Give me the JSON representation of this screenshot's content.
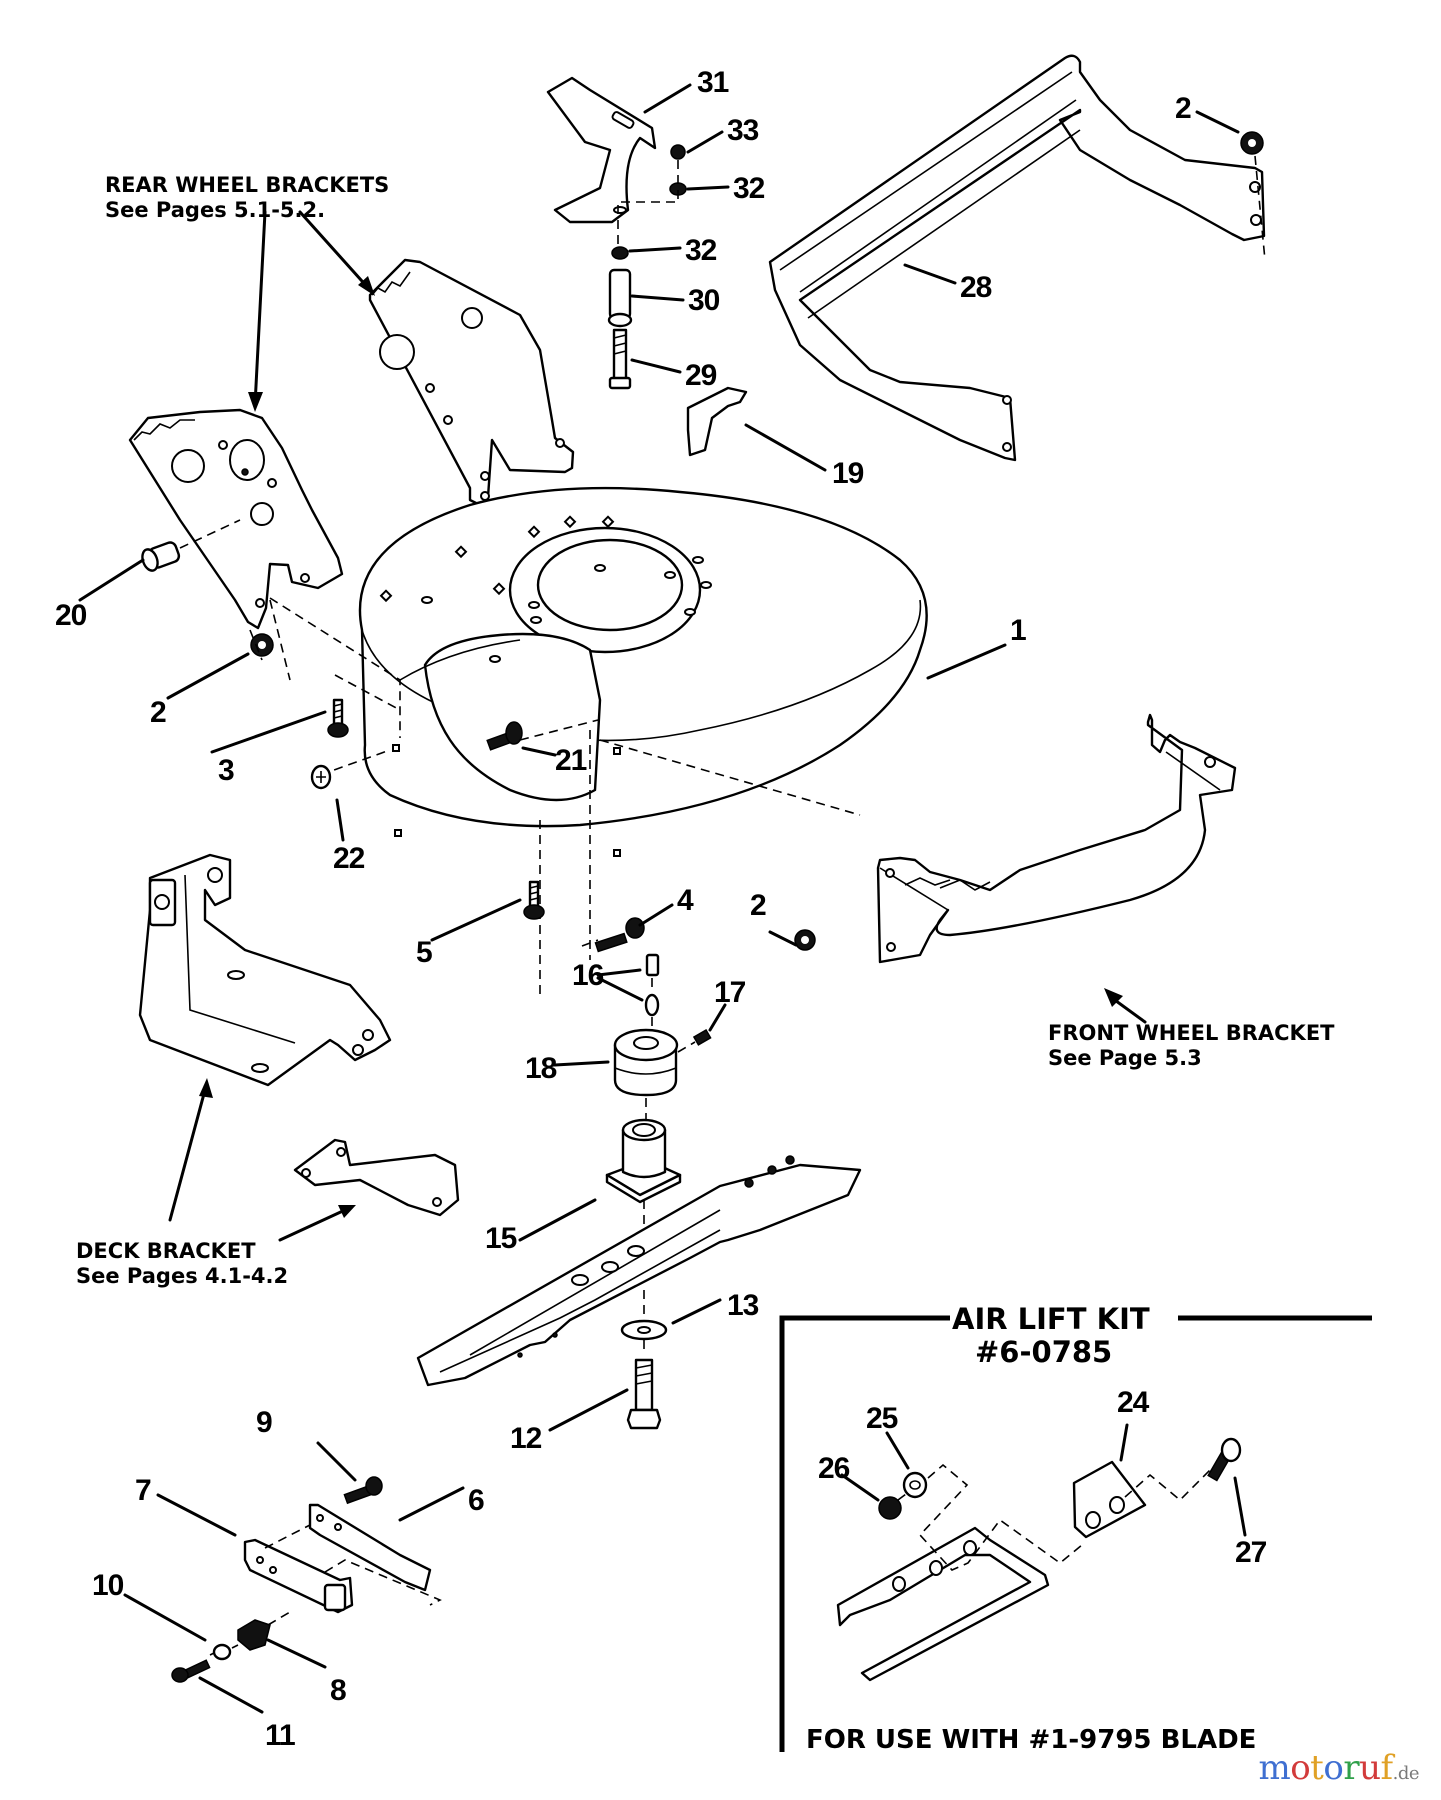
{
  "document": {
    "type": "exploded parts diagram",
    "subject": "Mower deck housing assembly"
  },
  "labels": {
    "rear_wheel_brackets": {
      "title": "REAR WHEEL BRACKETS",
      "ref": "See Pages 5.1-5.2."
    },
    "front_wheel_bracket": {
      "title": "FRONT WHEEL BRACKET",
      "ref": "See Page 5.3"
    },
    "deck_bracket": {
      "title": "DECK BRACKET",
      "ref": "See Pages 4.1-4.2"
    }
  },
  "air_lift_kit": {
    "title": "AIR LIFT KIT",
    "part_number": "#6-0785",
    "note": "FOR USE WITH #1-9795 BLADE"
  },
  "callouts": {
    "c1": "1",
    "c2a": "2",
    "c2b": "2",
    "c2c": "2",
    "c3": "3",
    "c4": "4",
    "c5": "5",
    "c6": "6",
    "c7": "7",
    "c8": "8",
    "c9": "9",
    "c10": "10",
    "c11": "11",
    "c12": "12",
    "c13": "13",
    "c15": "15",
    "c16": "16",
    "c17": "17",
    "c18": "18",
    "c19": "19",
    "c20": "20",
    "c21": "21",
    "c22": "22",
    "c24": "24",
    "c25": "25",
    "c26": "26",
    "c27": "27",
    "c28": "28",
    "c29": "29",
    "c30": "30",
    "c31": "31",
    "c32a": "32",
    "c32b": "32",
    "c33": "33"
  },
  "watermark": {
    "letters": [
      {
        "ch": "m",
        "color": "#3f6fd1"
      },
      {
        "ch": "o",
        "color": "#d23b3b"
      },
      {
        "ch": "t",
        "color": "#e0a126"
      },
      {
        "ch": "o",
        "color": "#3f6fd1"
      },
      {
        "ch": "r",
        "color": "#2fa04a"
      },
      {
        "ch": "u",
        "color": "#d23b3b"
      },
      {
        "ch": "f",
        "color": "#e0a126"
      }
    ],
    "tld": ".de"
  }
}
